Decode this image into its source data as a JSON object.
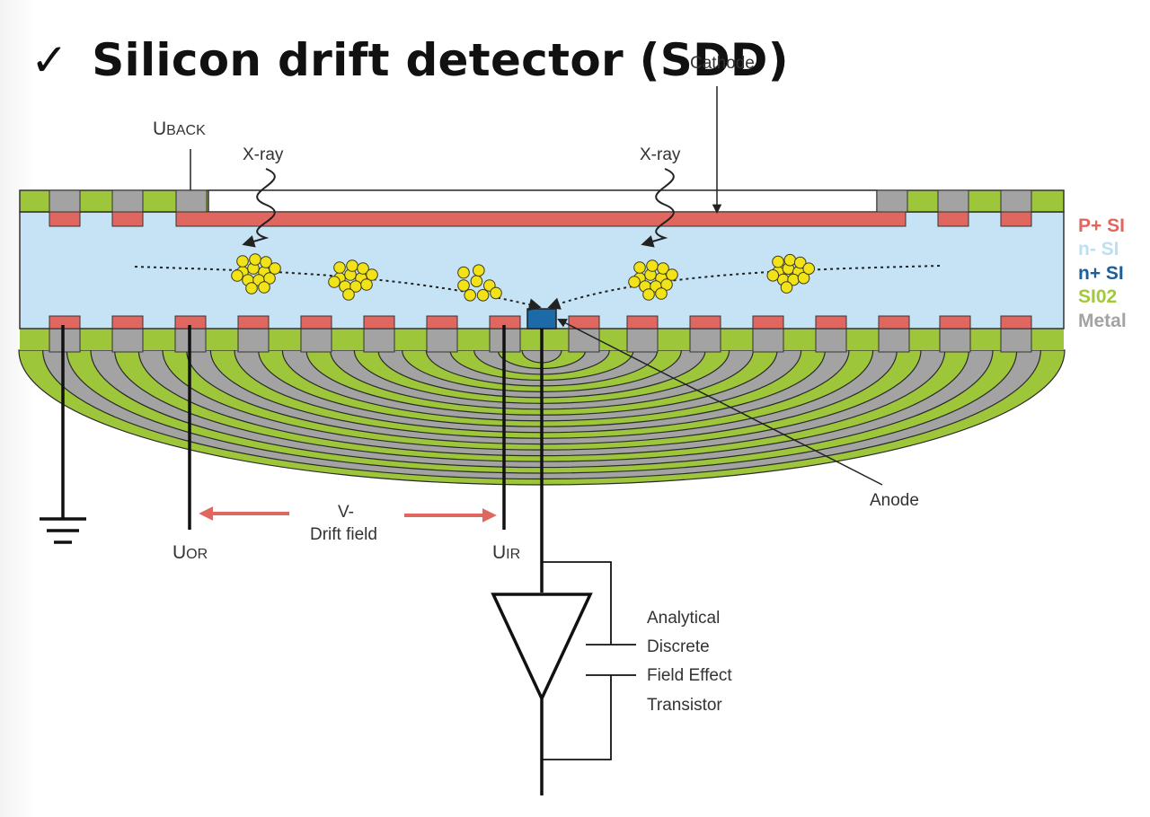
{
  "title": {
    "check": "✓",
    "text": "Silicon drift detector (SDD)"
  },
  "labels": {
    "cathode": "Cathode",
    "uback_main": "U",
    "uback_sub": "BACK",
    "xray_left": "X-ray",
    "xray_right": "X-ray",
    "anode": "Anode",
    "uor_main": "U",
    "uor_sub": "OR",
    "uir_main": "U",
    "uir_sub": "IR",
    "drift_line1": "V-",
    "drift_line2": "Drift field"
  },
  "fet_labels": [
    "Analytical",
    "Discrete",
    "Field Effect",
    "Transistor"
  ],
  "legend": [
    {
      "label": "P+ SI",
      "color": "#e0675f"
    },
    {
      "label": "n- SI",
      "color": "#bcdff2"
    },
    {
      "label": "n+ SI",
      "color": "#1d5f9b"
    },
    {
      "label": "SI02",
      "color": "#a2c93a"
    },
    {
      "label": "Metal",
      "color": "#a3a3a3"
    }
  ],
  "colors": {
    "p_si": "#e0675f",
    "n_si": "#c6e3f5",
    "n_plus_si": "#1d6aa8",
    "sio2": "#9ec63a",
    "metal": "#a3a3a3",
    "electron": "#f2e218",
    "arrow_red": "#e0675f"
  },
  "icons": [
    "check-icon",
    "ground-icon",
    "amplifier-icon",
    "capacitor-icon"
  ]
}
